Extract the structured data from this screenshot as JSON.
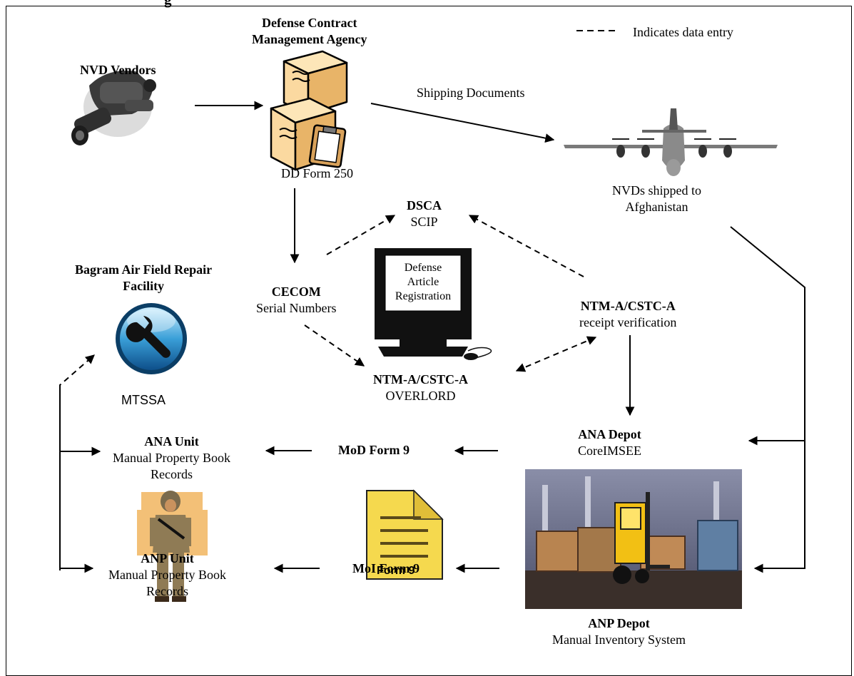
{
  "page_title_fragment": "g",
  "legend": {
    "text": "Indicates data entry"
  },
  "nodes": {
    "nvd_vendors": {
      "title": "NVD Vendors"
    },
    "dcma": {
      "title_line1": "Defense Contract",
      "title_line2": "Management Agency",
      "sub": "DD Form 250"
    },
    "shipping_documents": {
      "text": "Shipping Documents"
    },
    "nvds_shipped": {
      "line1": "NVDs shipped to",
      "line2": "Afghanistan"
    },
    "dsca": {
      "title": "DSCA",
      "sub": "SCIP"
    },
    "cecom": {
      "title": "CECOM",
      "sub": "Serial Numbers"
    },
    "computer": {
      "line1": "Defense",
      "line2": "Article",
      "line3": "Registration"
    },
    "overlord": {
      "title": "NTM-A/CSTC-A",
      "sub": "OVERLORD"
    },
    "receipt": {
      "title": "NTM-A/CSTC-A",
      "sub": "receipt verification"
    },
    "bagram": {
      "title_line1": "Bagram Air Field Repair",
      "title_line2": "Facility",
      "sub": "MTSSA"
    },
    "ana_unit": {
      "title": "ANA Unit",
      "sub1": "Manual Property Book",
      "sub2": "Records"
    },
    "mod_form": {
      "title": "MoD Form 9"
    },
    "ana_depot": {
      "title": "ANA Depot",
      "sub": "CoreIMSEE"
    },
    "form9_icon": {
      "label": "Form 9"
    },
    "anp_unit": {
      "title": "ANP Unit",
      "sub1": "Manual Property Book",
      "sub2": "Records"
    },
    "moi_form": {
      "title": "MoI Form 9"
    },
    "anp_depot": {
      "title": "ANP Depot",
      "sub": "Manual Inventory System"
    }
  },
  "icons": [
    "night-vision-goggles-icon",
    "shipping-boxes-icon",
    "cargo-plane-icon",
    "computer-monitor-icon",
    "wrench-icon",
    "soldier-icon",
    "document-icon",
    "forklift-warehouse-icon"
  ],
  "colors": {
    "box_fill": "#fbd9a0",
    "wrench_blue": "#3a9fd8",
    "form_yellow": "#f5d94e",
    "forklift_yellow": "#f2c014"
  }
}
